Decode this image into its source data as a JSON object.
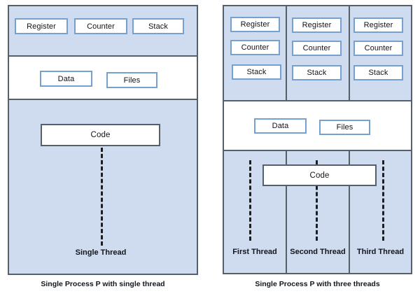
{
  "figure": {
    "title": "Single-threaded versus multi-threaded process diagram",
    "background_color": "#ffffff",
    "panel_border_color": "#56606b",
    "band_blue_color": "#cfdcef",
    "band_white_color": "#ffffff",
    "box_border_color": "#76a0cd",
    "code_box_border_color": "#56606b",
    "thread_line_color": "#1b1f24",
    "text_color": "#11161c"
  },
  "left_panel": {
    "caption": "Single Process P with single thread",
    "register_band": {
      "boxes": [
        {
          "label": "Register"
        },
        {
          "label": "Counter"
        },
        {
          "label": "Stack"
        }
      ]
    },
    "data_band": {
      "boxes": [
        {
          "label": "Data"
        },
        {
          "label": "Files"
        }
      ]
    },
    "code_band": {
      "code_box_label": "Code",
      "thread_label": "Single Thread"
    }
  },
  "right_panel": {
    "caption": "Single Process P with three threads",
    "register_band": {
      "columns": [
        {
          "boxes": [
            {
              "label": "Register"
            },
            {
              "label": "Counter"
            },
            {
              "label": "Stack"
            }
          ]
        },
        {
          "boxes": [
            {
              "label": "Register"
            },
            {
              "label": "Counter"
            },
            {
              "label": "Stack"
            }
          ]
        },
        {
          "boxes": [
            {
              "label": "Register"
            },
            {
              "label": "Counter"
            },
            {
              "label": "Stack"
            }
          ]
        }
      ]
    },
    "data_band": {
      "boxes": [
        {
          "label": "Data"
        },
        {
          "label": "Files"
        }
      ]
    },
    "code_band": {
      "code_box_label": "Code",
      "thread_labels": [
        "First Thread",
        "Second Thread",
        "Third Thread"
      ]
    }
  }
}
